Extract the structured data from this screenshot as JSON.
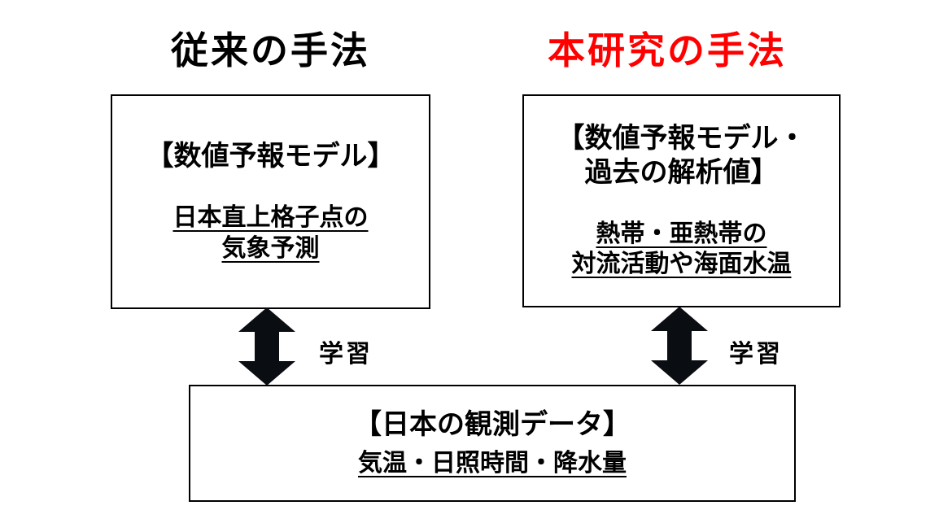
{
  "colors": {
    "background": "#ffffff",
    "heading_left": "#000000",
    "heading_right": "#ff0000",
    "box_border": "#000000",
    "arrow": "#0a0d12"
  },
  "diagram": {
    "headings": {
      "left": "従来の手法",
      "right": "本研究の手法"
    },
    "left_box": {
      "title": "【数値予報モデル】",
      "body_line1": "日本直上格子点の",
      "body_line2": "気象予測"
    },
    "right_box": {
      "title_line1": "【数値予報モデル・",
      "title_line2": "過去の解析値】",
      "body_line1": "熱帯・亜熱帯の",
      "body_line2": "対流活動や海面水温"
    },
    "bottom_box": {
      "title": "【日本の観測データ】",
      "body": "気温・日照時間・降水量"
    },
    "arrows": {
      "left_label": "学習",
      "right_label": "学習"
    }
  }
}
